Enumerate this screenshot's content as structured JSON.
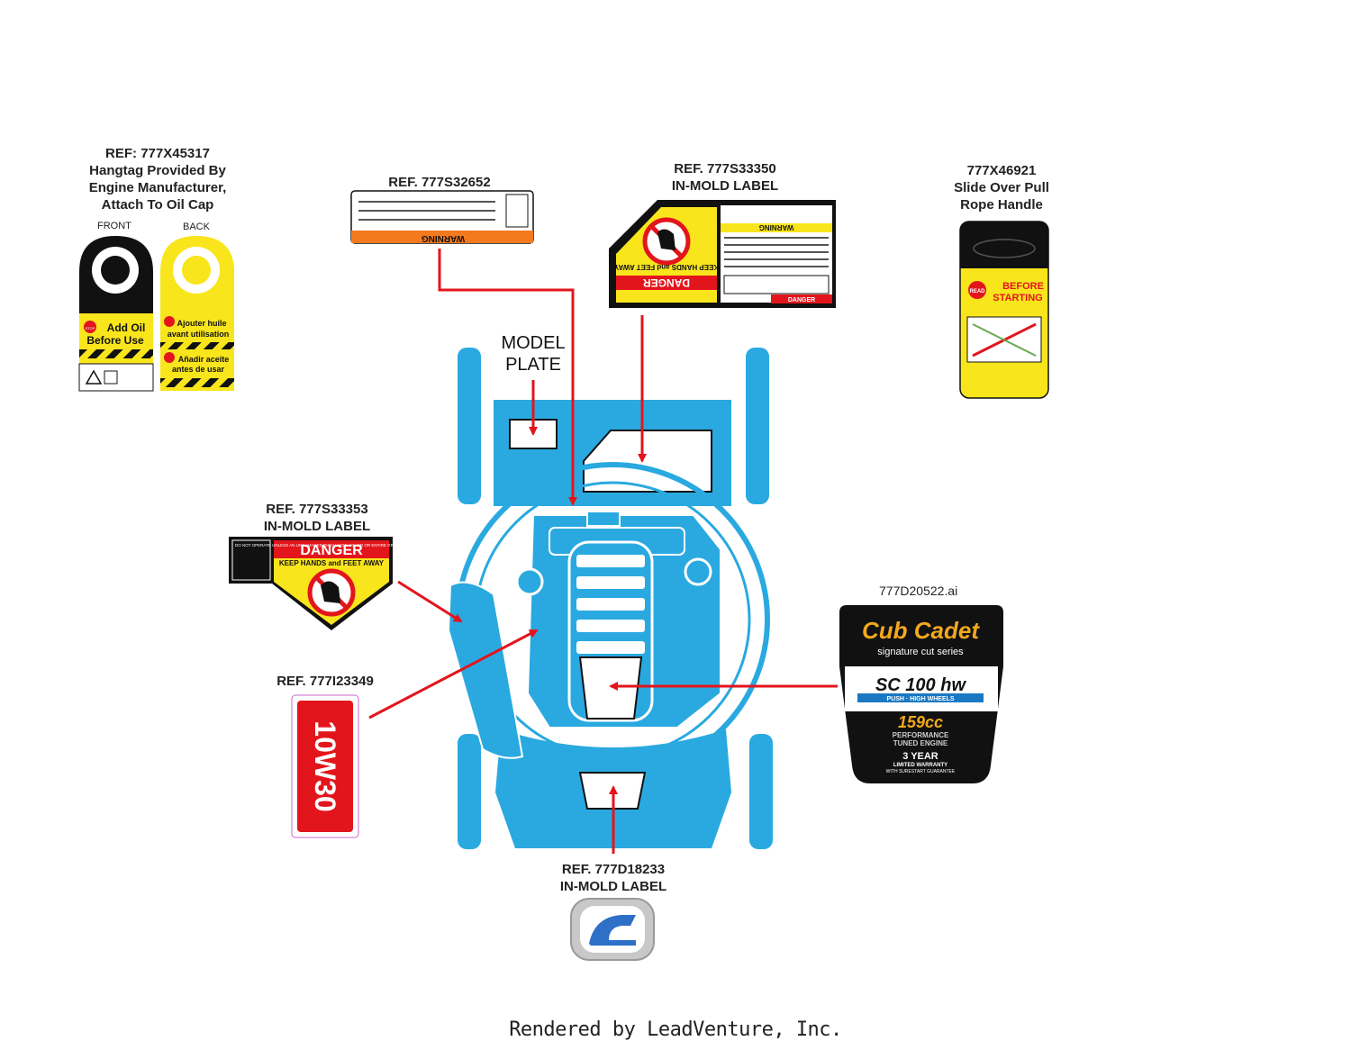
{
  "labels": {
    "hangtag_ref": "REF: 777X45317",
    "hangtag_desc1": "Hangtag Provided By",
    "hangtag_desc2": "Engine Manufacturer,",
    "hangtag_desc3": "Attach To Oil Cap",
    "hangtag_front": "FRONT",
    "hangtag_back": "BACK",
    "warning_ref": "REF. 777S32652",
    "danger_top_ref": "REF. 777S33350",
    "danger_top_type": "IN-MOLD LABEL",
    "pull_rope_ref": "777X46921",
    "pull_rope_desc1": "Slide Over Pull",
    "pull_rope_desc2": "Rope Handle",
    "model_plate1": "MODEL",
    "model_plate2": "PLATE",
    "danger_left_ref": "REF. 777S33353",
    "danger_left_type": "IN-MOLD LABEL",
    "oil_ref": "REF. 777I23349",
    "brand_ref": "777D20522.ai",
    "logo_ref": "REF. 777D18233",
    "logo_type": "IN-MOLD LABEL"
  },
  "decals": {
    "hangtag_front_line1": "Add Oil",
    "hangtag_front_line2": "Before Use",
    "hangtag_back_line1": "Ajouter huile",
    "hangtag_back_line2": "avant utilisation",
    "hangtag_back_line3": "Añadir aceite",
    "hangtag_back_line4": "antes de usar",
    "stop_badge": "STOP",
    "warning_word": "WARNING",
    "danger_word": "DANGER",
    "keep_away": "KEEP HANDS and FEET AWAY",
    "warning_small": "WARNING",
    "danger_small": "DANGER",
    "side_notice": "DO NOT OPERATE UNLESS AN UNDAMAGED DISCHARGE COVER OR ENTIRE GRASS CATCHER IS IN PLACE.",
    "read_badge": "READ",
    "before_starting1": "BEFORE",
    "before_starting2": "STARTING",
    "oil_grade": "10W30",
    "brand_name": "Cub Cadet",
    "brand_series": "signature cut series",
    "model_name": "SC 100 hw",
    "model_sub": "PUSH · HIGH WHEELS",
    "engine_cc": "159cc",
    "engine_desc1": "PERFORMANCE",
    "engine_desc2": "TUNED ENGINE",
    "warranty1": "3 YEAR",
    "warranty2": "LIMITED WARRANTY",
    "warranty3": "WITH SURESTART GUARANTEE"
  },
  "footer": "Rendered by LeadVenture, Inc.",
  "colors": {
    "mower_blue": "#2aa9e0",
    "arrow_red": "#e3151c",
    "danger_red": "#e3151c",
    "warning_orange": "#f47a20",
    "safety_yellow": "#f8e51c"
  }
}
